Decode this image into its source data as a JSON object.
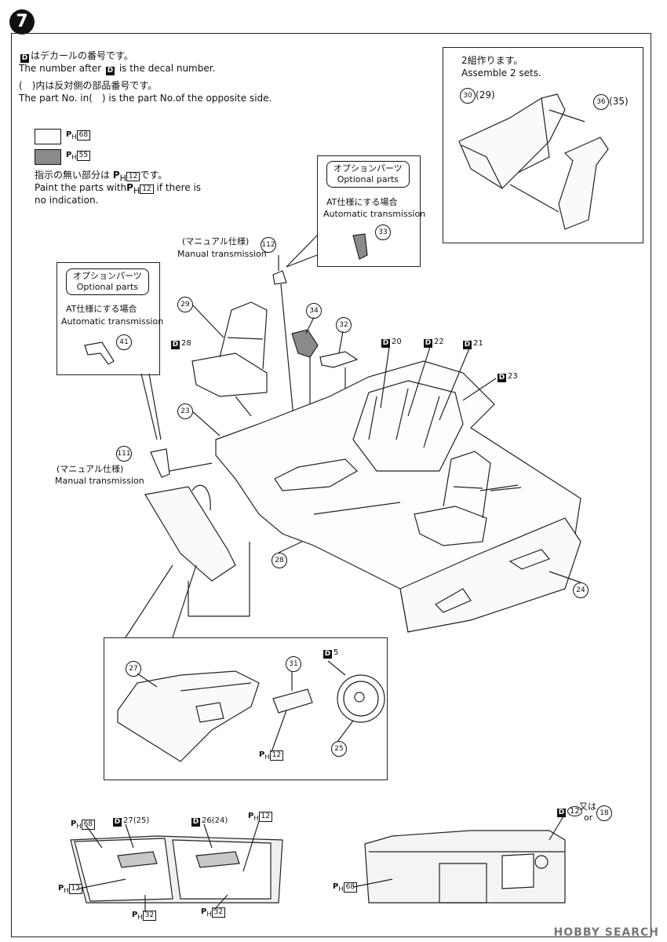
{
  "step": {
    "number": "7"
  },
  "notes": {
    "decal_jp": "はデカールの番号です。",
    "decal_en_pre": "The number after",
    "decal_en_post": "is the decal number.",
    "opposite_jp": "(　)内は反対側の部品番号です。",
    "opposite_en": "The part No. in(　) is the part No.of the opposite side.",
    "d_letter": "D"
  },
  "legend": {
    "white_code": "68",
    "gray_code": "55",
    "indication_jp_pre": "指示の無い部分は",
    "indication_jp_code": "12",
    "indication_jp_post": "です。",
    "indication_en_pre": "Paint the parts with",
    "indication_en_code": "12",
    "indication_en_post": "if there is",
    "indication_en_line2": "no indication.",
    "gray_color": "#8a8a8a"
  },
  "inset_sets": {
    "jp": "2組作ります。",
    "en": "Assemble 2 sets.",
    "p1": "30",
    "p1_opp": "29",
    "p2": "36",
    "p2_opp": "35"
  },
  "option_top": {
    "label_jp": "オプションパーツ",
    "label_en": "Optional parts",
    "at_jp": "AT仕様にする場合",
    "at_en": "Automatic transmission",
    "part": "33"
  },
  "option_left": {
    "label_jp": "オプションパーツ",
    "label_en": "Optional parts",
    "at_jp": "AT仕様にする場合",
    "at_en": "Automatic transmission",
    "part": "41"
  },
  "manual_top": {
    "jp": "(マニュアル仕様)",
    "en": "Manual transmission",
    "part": "112"
  },
  "manual_left": {
    "jp": "(マニュアル仕様)",
    "en": "Manual transmission",
    "part": "111"
  },
  "parts": {
    "p29": "29",
    "p34": "34",
    "p32": "32",
    "p23": "23",
    "p30": "30",
    "p28": "28",
    "p24": "24",
    "d28a": "28",
    "d20": "20",
    "d22": "22",
    "d21": "21",
    "d23": "23",
    "d28b": "28"
  },
  "dash_inset": {
    "p27": "27",
    "p31": "31",
    "d5": "5",
    "p25": "25",
    "ph12": "12"
  },
  "bottom_left": {
    "ph68": "68",
    "d27": "27",
    "d25": "25",
    "d26": "26",
    "d24": "24",
    "ph12a": "12",
    "ph12b": "12",
    "ph32a": "32",
    "ph32b": "32"
  },
  "bottom_right": {
    "d12": "12",
    "or_jp": "又は",
    "or_en": "or",
    "alt": "18",
    "ph68": "68"
  },
  "ph_prefix": "P",
  "ph_sub": "H",
  "watermark": "HOBBY SEARCH"
}
